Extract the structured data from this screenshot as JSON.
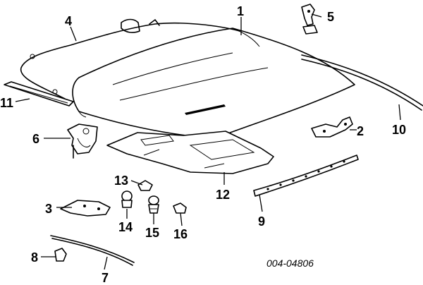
{
  "callouts": {
    "c1": "1",
    "c2": "2",
    "c3": "3",
    "c4": "4",
    "c5": "5",
    "c6": "6",
    "c7": "7",
    "c8": "8",
    "c9": "9",
    "c10": "10",
    "c11": "11",
    "c12": "12",
    "c13": "13",
    "c14": "14",
    "c15": "15",
    "c16": "16"
  },
  "drawing_number": "004-04806"
}
